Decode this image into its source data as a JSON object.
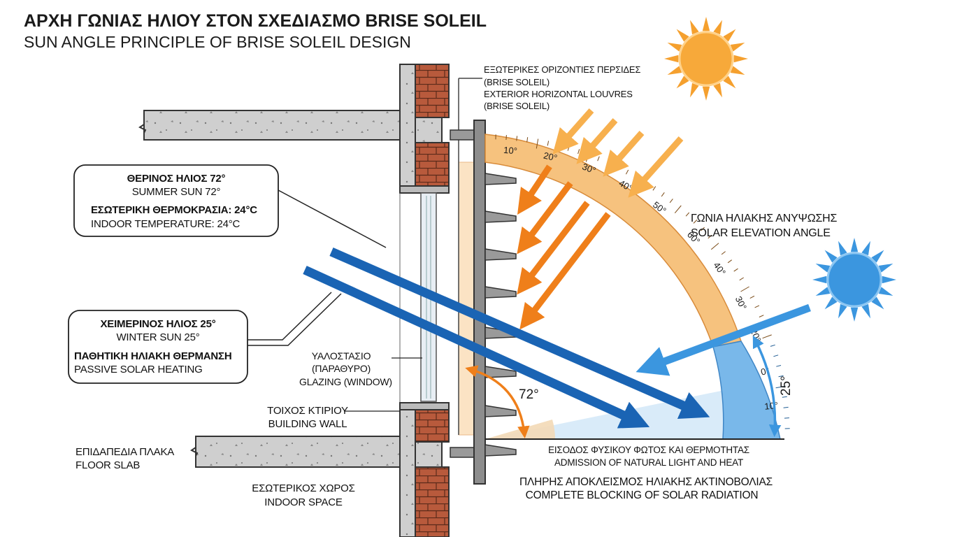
{
  "title": {
    "greek": "ΑΡΧΗ ΓΩΝΙΑΣ ΗΛΙΟΥ ΣΤΟΝ ΣΧΕΔΙΑΣΜΟ BRISE SOLEIL",
    "english": "SUN ANGLE PRINCIPLE OF BRISE SOLEIL DESIGN"
  },
  "labels": {
    "louvres_gr_1": "ΕΞΩΤΕΡΙΚΕΣ ΟΡΙΖΟΝΤΙΕΣ ΠΕΡΣΙΔΕΣ",
    "louvres_gr_2": "(BRISE SOLEIL)",
    "louvres_en_1": "EXTERIOR HORIZONTAL LOUVRES",
    "louvres_en_2": "(BRISE SOLEIL)",
    "summer_gr": "ΘΕΡΙΝΟΣ ΗΛΙΟΣ 72°",
    "summer_en": "SUMMER SUN 72°",
    "temp_gr": "ΕΣΩΤΕΡΙΚΗ ΘΕΡΜΟΚΡΑΣΙΑ: 24°C",
    "temp_en": "INDOOR TEMPERATURE: 24°C",
    "winter_gr": "ΧΕΙΜΕΡΙΝΟΣ ΗΛΙΟΣ 25°",
    "winter_en": "WINTER SUN 25°",
    "passive_gr": "ΠΑΘΗΤΙΚΗ ΗΛΙΑΚΗ ΘΕΡΜΑΝΣΗ",
    "passive_en": "PASSIVE SOLAR HEATING",
    "glazing_gr_1": "ΥΑΛΟΣΤΑΣΙΟ",
    "glazing_gr_2": "(ΠΑΡΑΘΥΡΟ)",
    "glazing_en": "GLAZING (WINDOW)",
    "wall_gr": "ΤΟΙΧΟΣ ΚΤΙΡΙΟΥ",
    "wall_en": "BUILDING WALL",
    "slab_gr": "ΕΠΙΔΑΠΕΔΙΑ ΠΛΑΚΑ",
    "slab_en": "FLOOR SLAB",
    "indoor_gr": "ΕΣΩΤΕΡΙΚΟΣ ΧΩΡΟΣ",
    "indoor_en": "INDOOR SPACE",
    "elevation_gr": "ΓΩΝΙΑ ΗΛΙΑΚΗΣ ΑΝΥΨΩΣΗΣ",
    "elevation_en": "SOLAR ELEVATION ANGLE",
    "admission_gr": "ΕΙΣΟΔΟΣ ΦΥΣΙΚΟΥ ΦΩΤΟΣ ΚΑΙ ΘΕΡΜΟΤΗΤΑΣ",
    "admission_en": "ADMISSION OF NATURAL LIGHT AND HEAT",
    "blocking_gr": "ΠΛΗΡΗΣ ΑΠΟΚΛΕΙΣΜΟΣ ΗΛΙΑΚΗΣ ΑΚΤΙΝΟΒΟΛΙΑΣ",
    "blocking_en": "COMPLETE BLOCKING OF SOLAR RADIATION",
    "angle_72": "72°",
    "angle_25": "25°"
  },
  "protractor": {
    "orange_ticks": [
      "10°",
      "20°",
      "30°",
      "40°",
      "50°",
      "60°",
      "40°",
      "30°",
      "20°"
    ],
    "blue_ticks": [
      "10°",
      "0°"
    ]
  },
  "colors": {
    "summer_sun": "#f5a02e",
    "summer_ray": "#ef7f1a",
    "winter_sun": "#3b96df",
    "winter_ray": "#1a64b4",
    "arc_orange": "#f6c27e",
    "arc_blue": "#79b8ea",
    "brick": "#b85a3c",
    "concrete": "#c9c9c9"
  },
  "icons": [
    "summer-sun-icon",
    "winter-sun-icon"
  ]
}
